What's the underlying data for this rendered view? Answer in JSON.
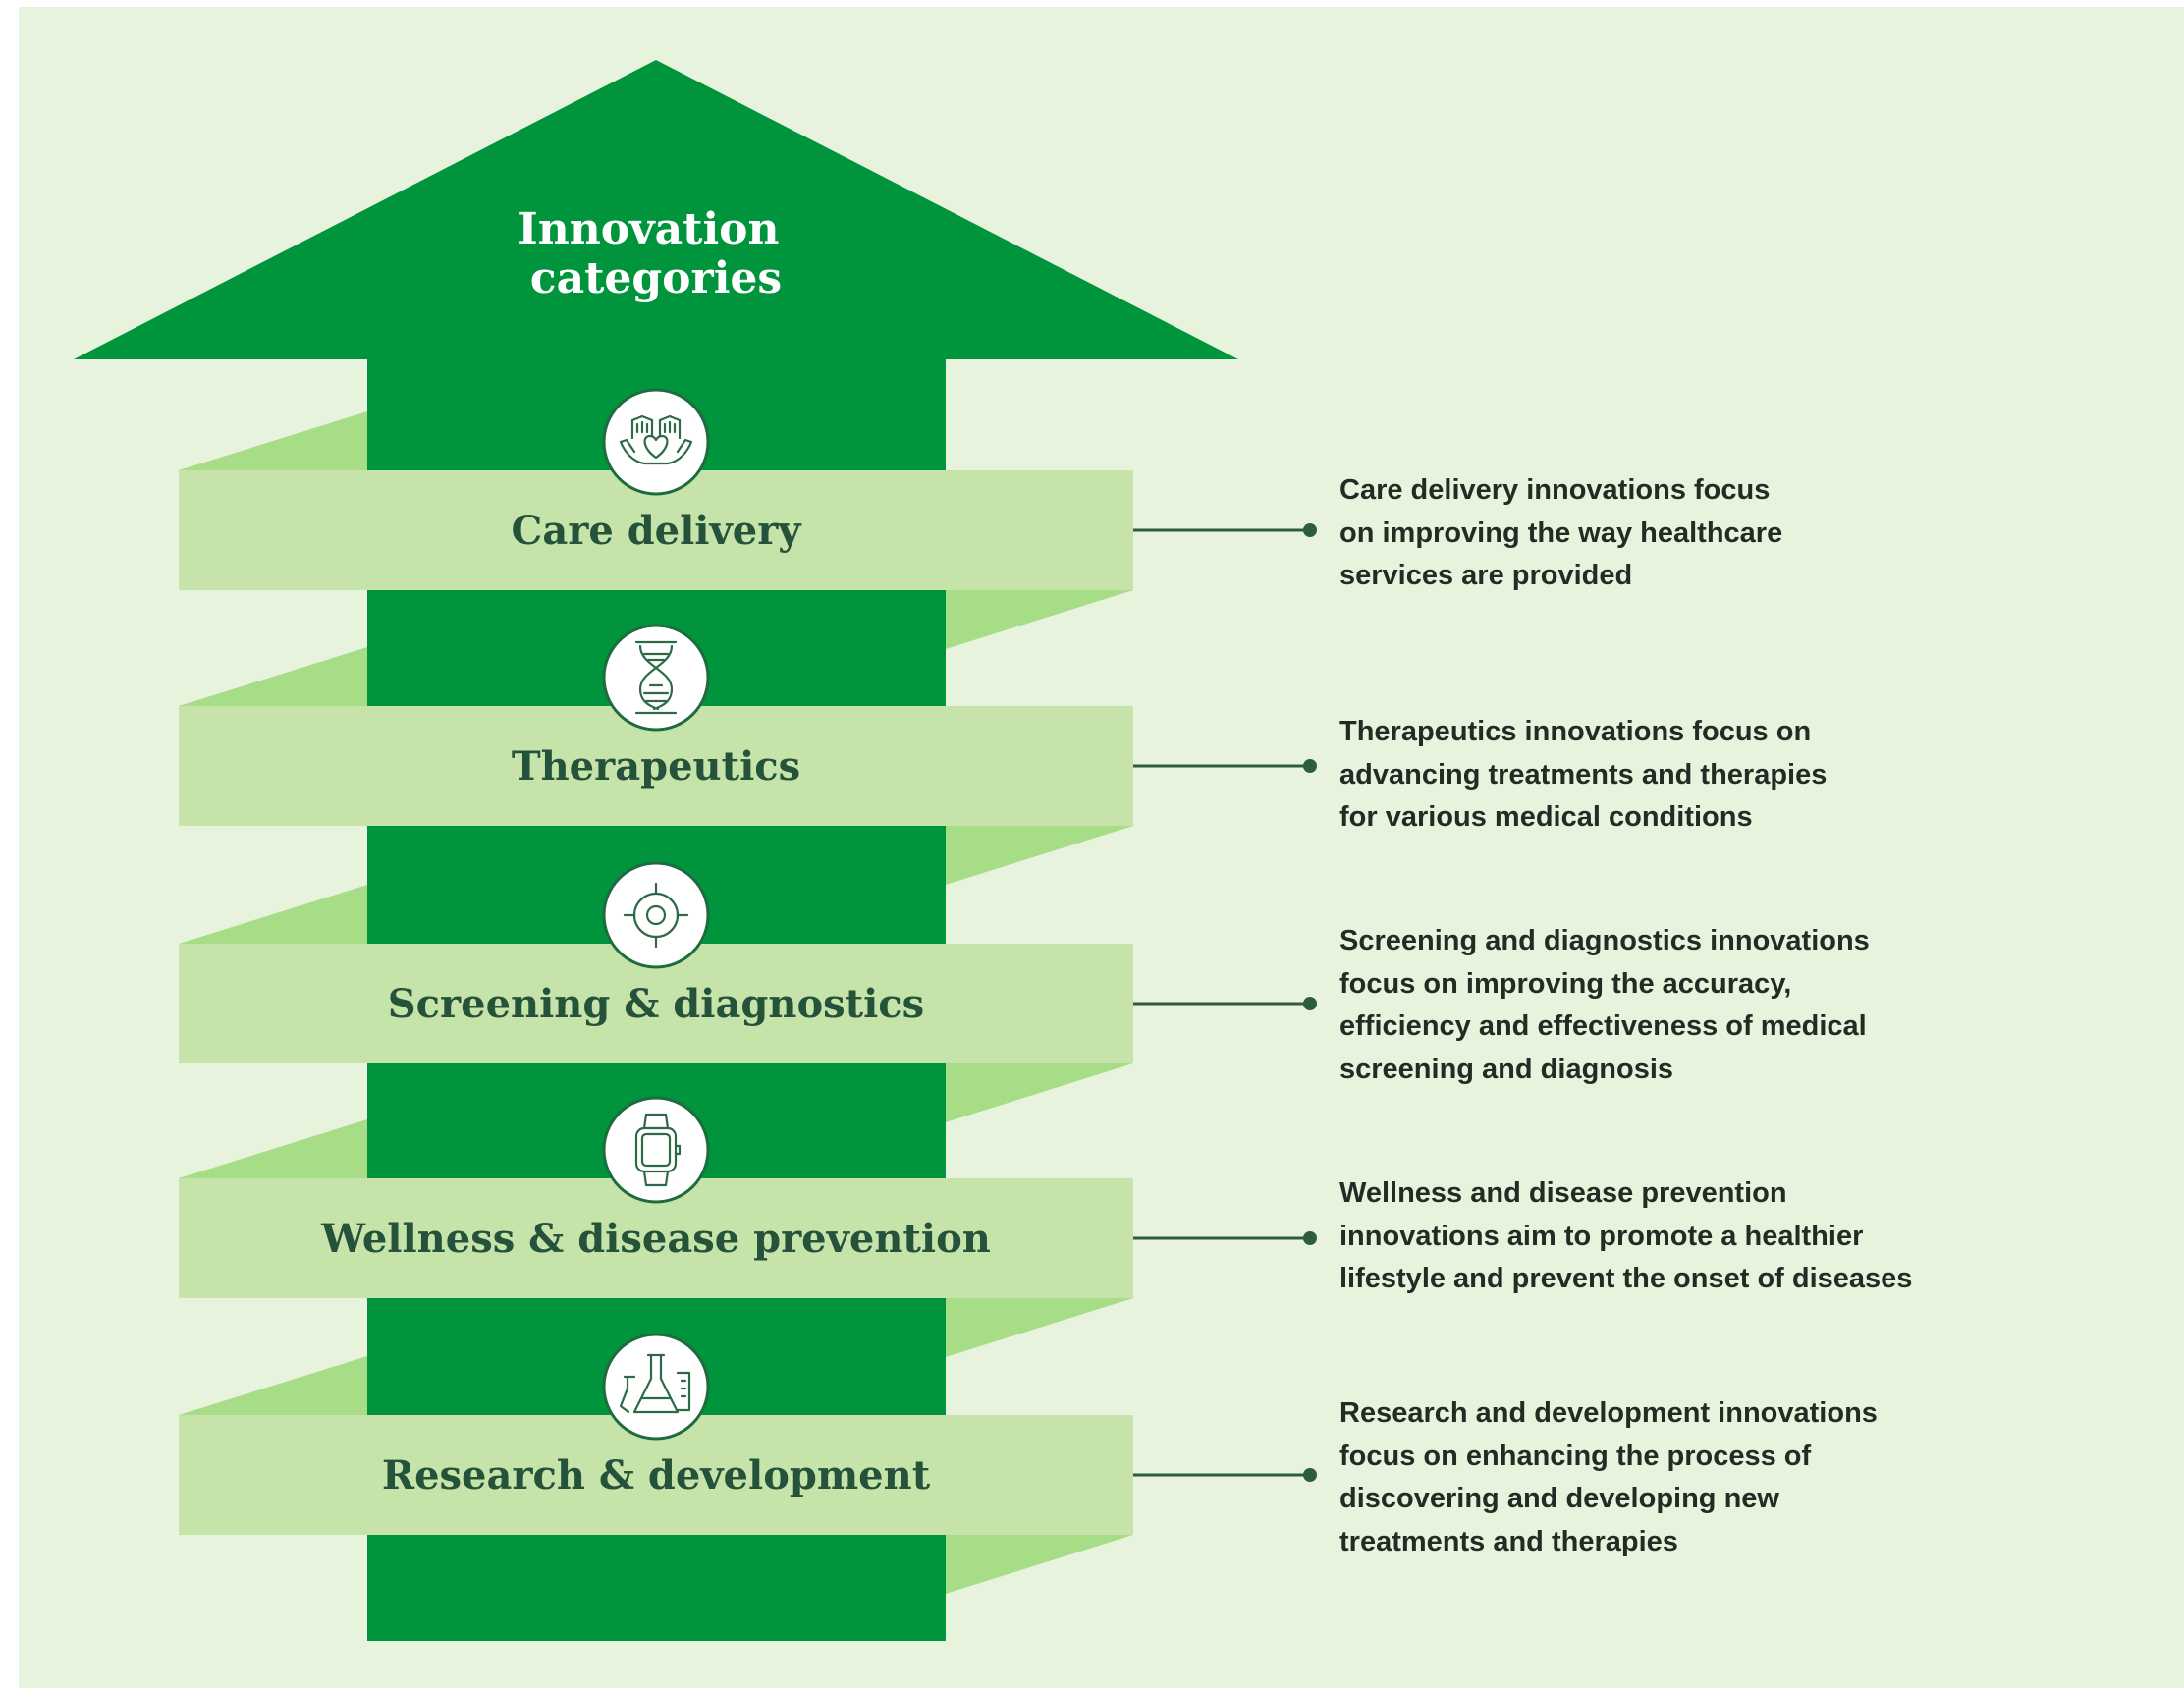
{
  "title": [
    "Innovation",
    "categories"
  ],
  "colors": {
    "background_panel": "#e8f3dd",
    "arrow": "#00953c",
    "band": "#c6e3a9",
    "band_fold": "#a8dd88",
    "label_text": "#24523a",
    "connector": "#2d5c3f"
  },
  "categories": [
    {
      "label": "Care delivery",
      "icon": "hands-heart-icon",
      "description": [
        "Care delivery innovations focus",
        "on improving the way healthcare",
        "services are provided"
      ]
    },
    {
      "label": "Therapeutics",
      "icon": "dna-icon",
      "description": [
        "Therapeutics innovations focus on",
        "advancing treatments and therapies",
        "for various medical conditions"
      ]
    },
    {
      "label": "Screening & diagnostics",
      "icon": "target-icon",
      "description": [
        "Screening and diagnostics innovations",
        "focus on improving the accuracy,",
        "efficiency and effectiveness of medical",
        "screening and diagnosis"
      ]
    },
    {
      "label": "Wellness & disease prevention",
      "icon": "smartwatch-icon",
      "description": [
        "Wellness and disease prevention",
        "innovations aim to promote a healthier",
        "lifestyle and prevent the onset of diseases"
      ]
    },
    {
      "label": "Research & development",
      "icon": "lab-flasks-icon",
      "description": [
        "Research and development innovations",
        "focus on enhancing the process of",
        "discovering and developing new",
        "treatments and therapies"
      ]
    }
  ]
}
